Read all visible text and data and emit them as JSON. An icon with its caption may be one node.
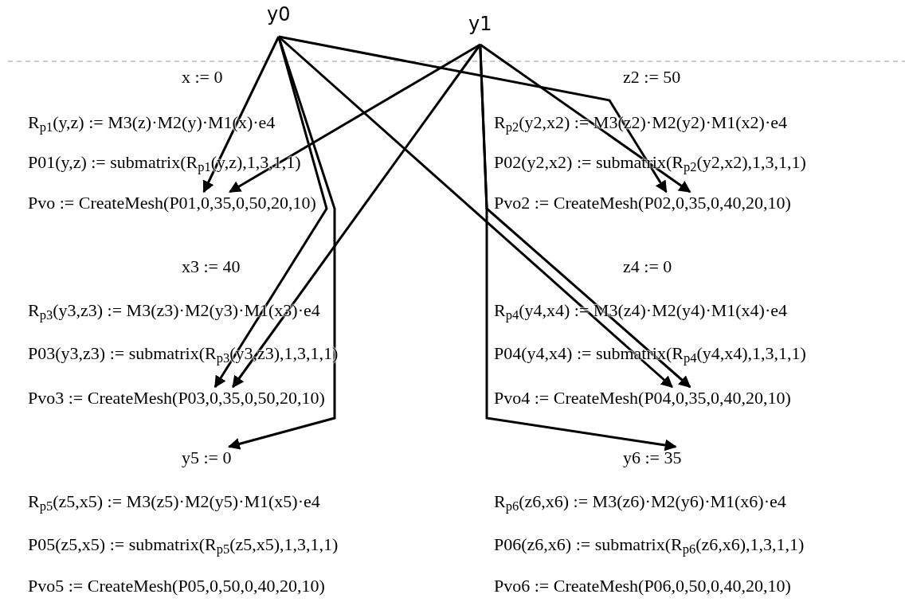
{
  "diagram": {
    "nodes": [
      {
        "text": [
          "y0"
        ]
      },
      {
        "text": [
          "y1"
        ]
      },
      {
        "text": [
          "Pvo := CreateMesh(P01,0,35,0,50,20,10)"
        ]
      },
      {
        "text": [
          "Pvo2 := CreateMesh(P02,0,35,0,40,20,10)"
        ]
      },
      {
        "text": [
          "Pvo3 := CreateMesh(P03,0,35,0,50,20,10)"
        ]
      },
      {
        "text": [
          "Pvo4 := CreateMesh(P04,0,35,0,40,20,10)"
        ]
      },
      {
        "text": [
          "y5 := 0"
        ]
      },
      {
        "text": [
          "y6 := 35"
        ]
      }
    ],
    "edges": [
      {
        "from": 0,
        "to": 2,
        "arrow": "to"
      },
      {
        "from": 0,
        "to": 4,
        "arrow": "to"
      },
      {
        "from": 0,
        "to": 6,
        "arrow": "to"
      },
      {
        "from": 0,
        "to": 3,
        "arrow": "to"
      },
      {
        "from": 0,
        "to": 5,
        "arrow": "to"
      },
      {
        "from": 1,
        "to": 2,
        "arrow": "to"
      },
      {
        "from": 1,
        "to": 4,
        "arrow": "to"
      },
      {
        "from": 1,
        "to": 3,
        "arrow": "to"
      },
      {
        "from": 1,
        "to": 5,
        "arrow": "to"
      },
      {
        "from": 1,
        "to": 7,
        "arrow": "to"
      }
    ],
    "labels": [
      "x := 0",
      "z2 := 50",
      "R$_{p1}$(y,z) := M3(z)·M2(y)·M1(x)·e4",
      "R$_{p2}$(y2,x2) := M3(z2)·M2(y2)·M1(x2)·e4",
      "P01(y,z) := submatrix(R$_{p1}$(y,z),1,3,1,1)",
      "P02(y2,x2) := submatrix(R$_{p2}$(y2,x2),1,3,1,1)",
      "x3 := 40",
      "z4 := 0",
      "R$_{p3}$(y3,z3) := M3(z3)·M2(y3)·M1(x3)·e4",
      "R$_{p4}$(y4,x4) := M3(z4)·M2(y4)·M1(x4)·e4",
      "P03(y3,z3) := submatrix(R$_{p3}$(y3,z3),1,3,1,1)",
      "P04(y4,x4) := submatrix(R$_{p4}$(y4,x4),1,3,1,1)",
      "R$_{p5}$(z5,x5) := M3(z5)·M2(y5)·M1(x5)·e4",
      "R$_{p6}$(z6,x6) := M3(z6)·M2(y6)·M1(x6)·e4",
      "P05(z5,x5) := submatrix(R$_{p5}$(z5,x5),1,3,1,1)",
      "P06(z6,x6) := submatrix(R$_{p6}$(z6,x6),1,3,1,1)",
      "Pvo5 := CreateMesh(P05,0,50,0,40,20,10)",
      "Pvo6 := CreateMesh(P06,0,50,0,40,20,10)"
    ]
  }
}
